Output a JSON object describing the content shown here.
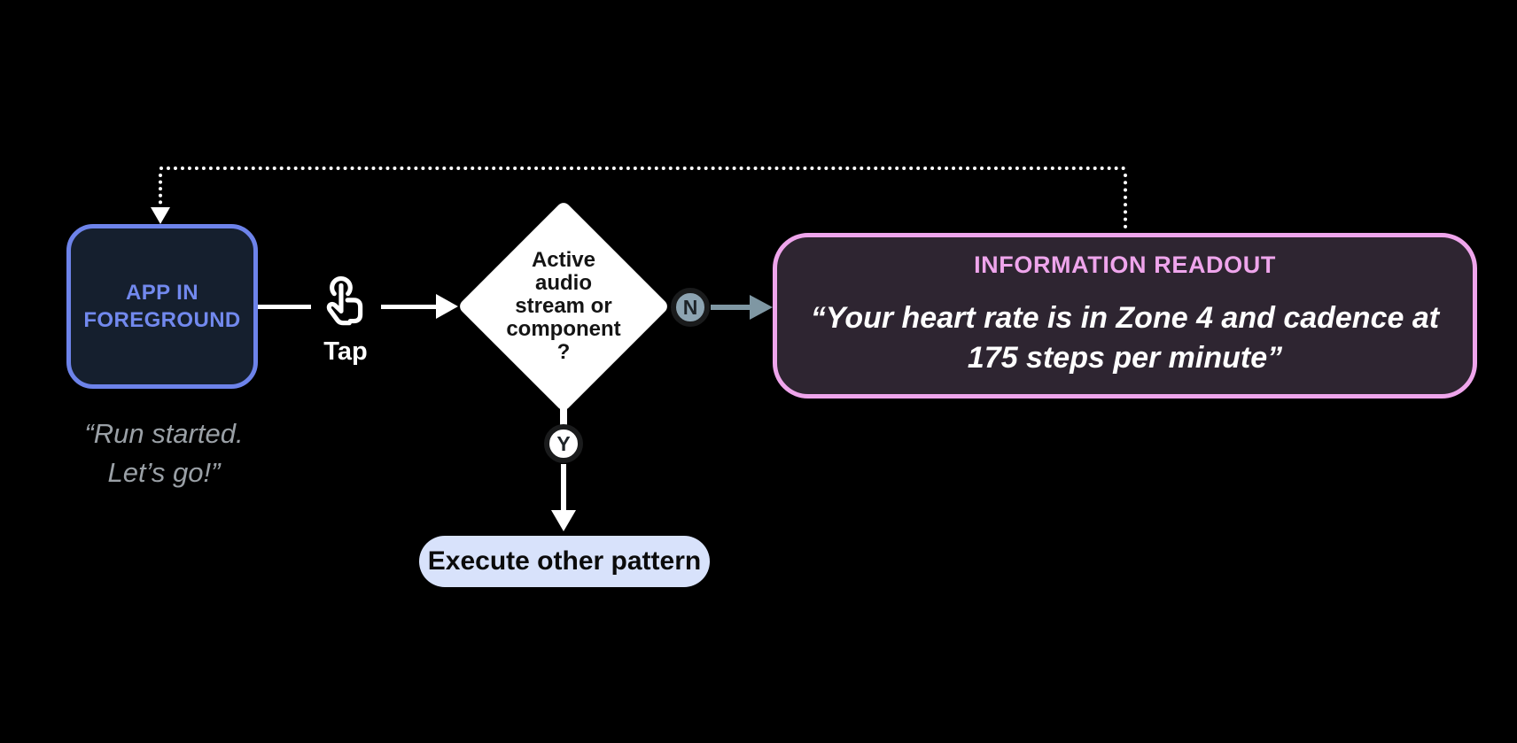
{
  "palette": {
    "bg": "#000000",
    "flow_white": "#ffffff",
    "app_border": "#6d83ea",
    "app_fill": "#151f2e",
    "app_text": "#7289ee",
    "caption_text": "#9aa0a6",
    "decision_fill": "#ffffff",
    "decision_text": "#141414",
    "badge_ring": "#1a1b1c",
    "badge_letter": "#1e2429",
    "yes_fill": "#ffffff",
    "no_fill": "#8da4b2",
    "no_path": "#7f97a3",
    "readout_border": "#efa5ec",
    "readout_fill": "#2e2531",
    "readout_title": "#efa5ec",
    "readout_text": "#ffffff",
    "pill_fill": "#d8e2fb",
    "pill_text": "#0b0b0b"
  },
  "nodes": {
    "app": {
      "line1": "APP IN",
      "line2": "FOREGROUND",
      "caption1": "“Run started.",
      "caption2": "Let’s go!”"
    },
    "decision": {
      "lines": [
        "Active",
        "audio",
        "stream or",
        "component",
        "?"
      ]
    },
    "readout": {
      "title": "INFORMATION READOUT",
      "quote1": "“Your heart rate is in Zone 4 and cadence at",
      "quote2": "175 steps per minute”"
    },
    "other_pattern": {
      "label": "Execute other pattern"
    }
  },
  "connectors": {
    "tap_label": "Tap"
  },
  "badges": {
    "no": "N",
    "yes": "Y"
  }
}
